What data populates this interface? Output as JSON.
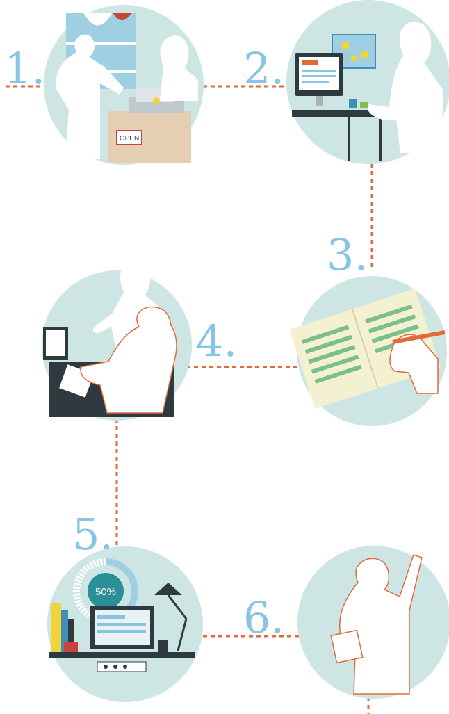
{
  "steps": [
    {
      "number": "1.",
      "sign": "OPEN"
    },
    {
      "number": "2."
    },
    {
      "number": "3."
    },
    {
      "number": "4."
    },
    {
      "number": "5.",
      "progress_label": "50%",
      "progress": 0.5
    },
    {
      "number": "6."
    }
  ],
  "colors": {
    "circle": "#cde6e4",
    "number": "#87c6e3",
    "connector": "#e26a3a",
    "accent_red": "#c8453c",
    "dark": "#2f3a40"
  }
}
